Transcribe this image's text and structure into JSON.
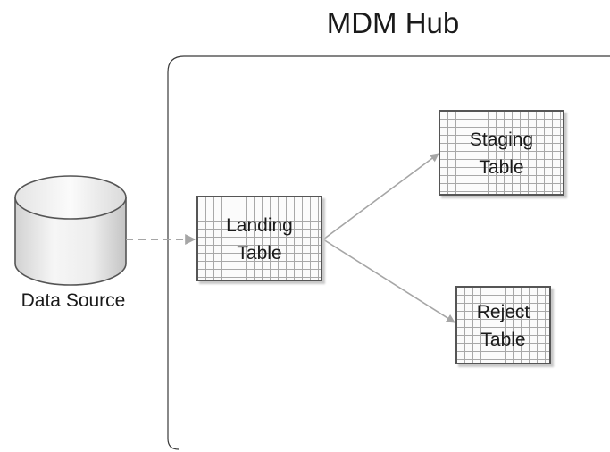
{
  "hub": {
    "title": "MDM Hub"
  },
  "data_source": {
    "label": "Data Source"
  },
  "tables": {
    "landing": {
      "line1": "Landing",
      "line2": "Table"
    },
    "staging": {
      "line1": "Staging",
      "line2": "Table"
    },
    "reject": {
      "line1": "Reject",
      "line2": "Table"
    }
  },
  "connectors": [
    {
      "from": "data-source",
      "to": "landing-table",
      "style": "dashed"
    },
    {
      "from": "landing-table",
      "to": "staging-table",
      "style": "solid"
    },
    {
      "from": "landing-table",
      "to": "reject-table",
      "style": "solid"
    }
  ],
  "colors": {
    "connector": "#a6a6a6",
    "outline": "#555555",
    "grid": "#a8a8a8",
    "background": "#ffffff"
  }
}
